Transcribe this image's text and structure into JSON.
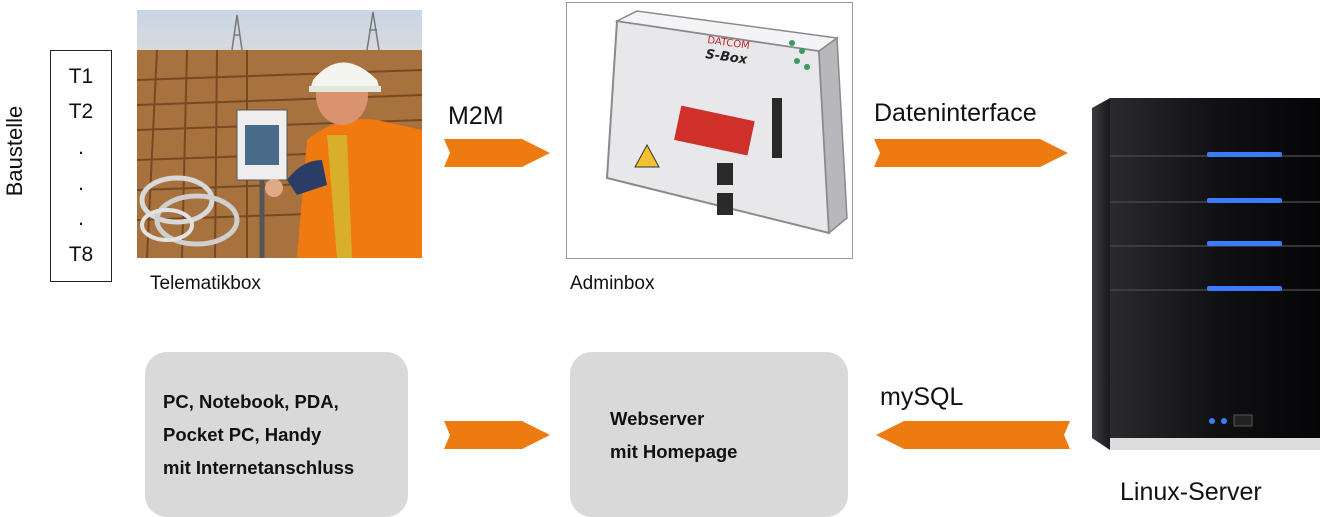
{
  "site": {
    "label": "Baustelle",
    "sensors": [
      "T1",
      "T2",
      ".",
      ".",
      ".",
      "T8"
    ]
  },
  "nodes": {
    "telematik": "Telematikbox",
    "admin": "Adminbox",
    "server": "Linux-Server"
  },
  "device": {
    "brand": "DATCOM",
    "model": "S-Box"
  },
  "links": {
    "m2m": "M2M",
    "interface": "Dateninterface",
    "db": "mySQL"
  },
  "panels": {
    "clients": [
      "PC, Notebook, PDA,",
      "Pocket PC, Handy",
      "mit Internetanschluss"
    ],
    "webserver": [
      "Webserver",
      "mit Homepage"
    ]
  },
  "colors": {
    "arrow": "#ee7a12",
    "panel": "#d9d9d9",
    "server_led": "#3a7bff"
  }
}
